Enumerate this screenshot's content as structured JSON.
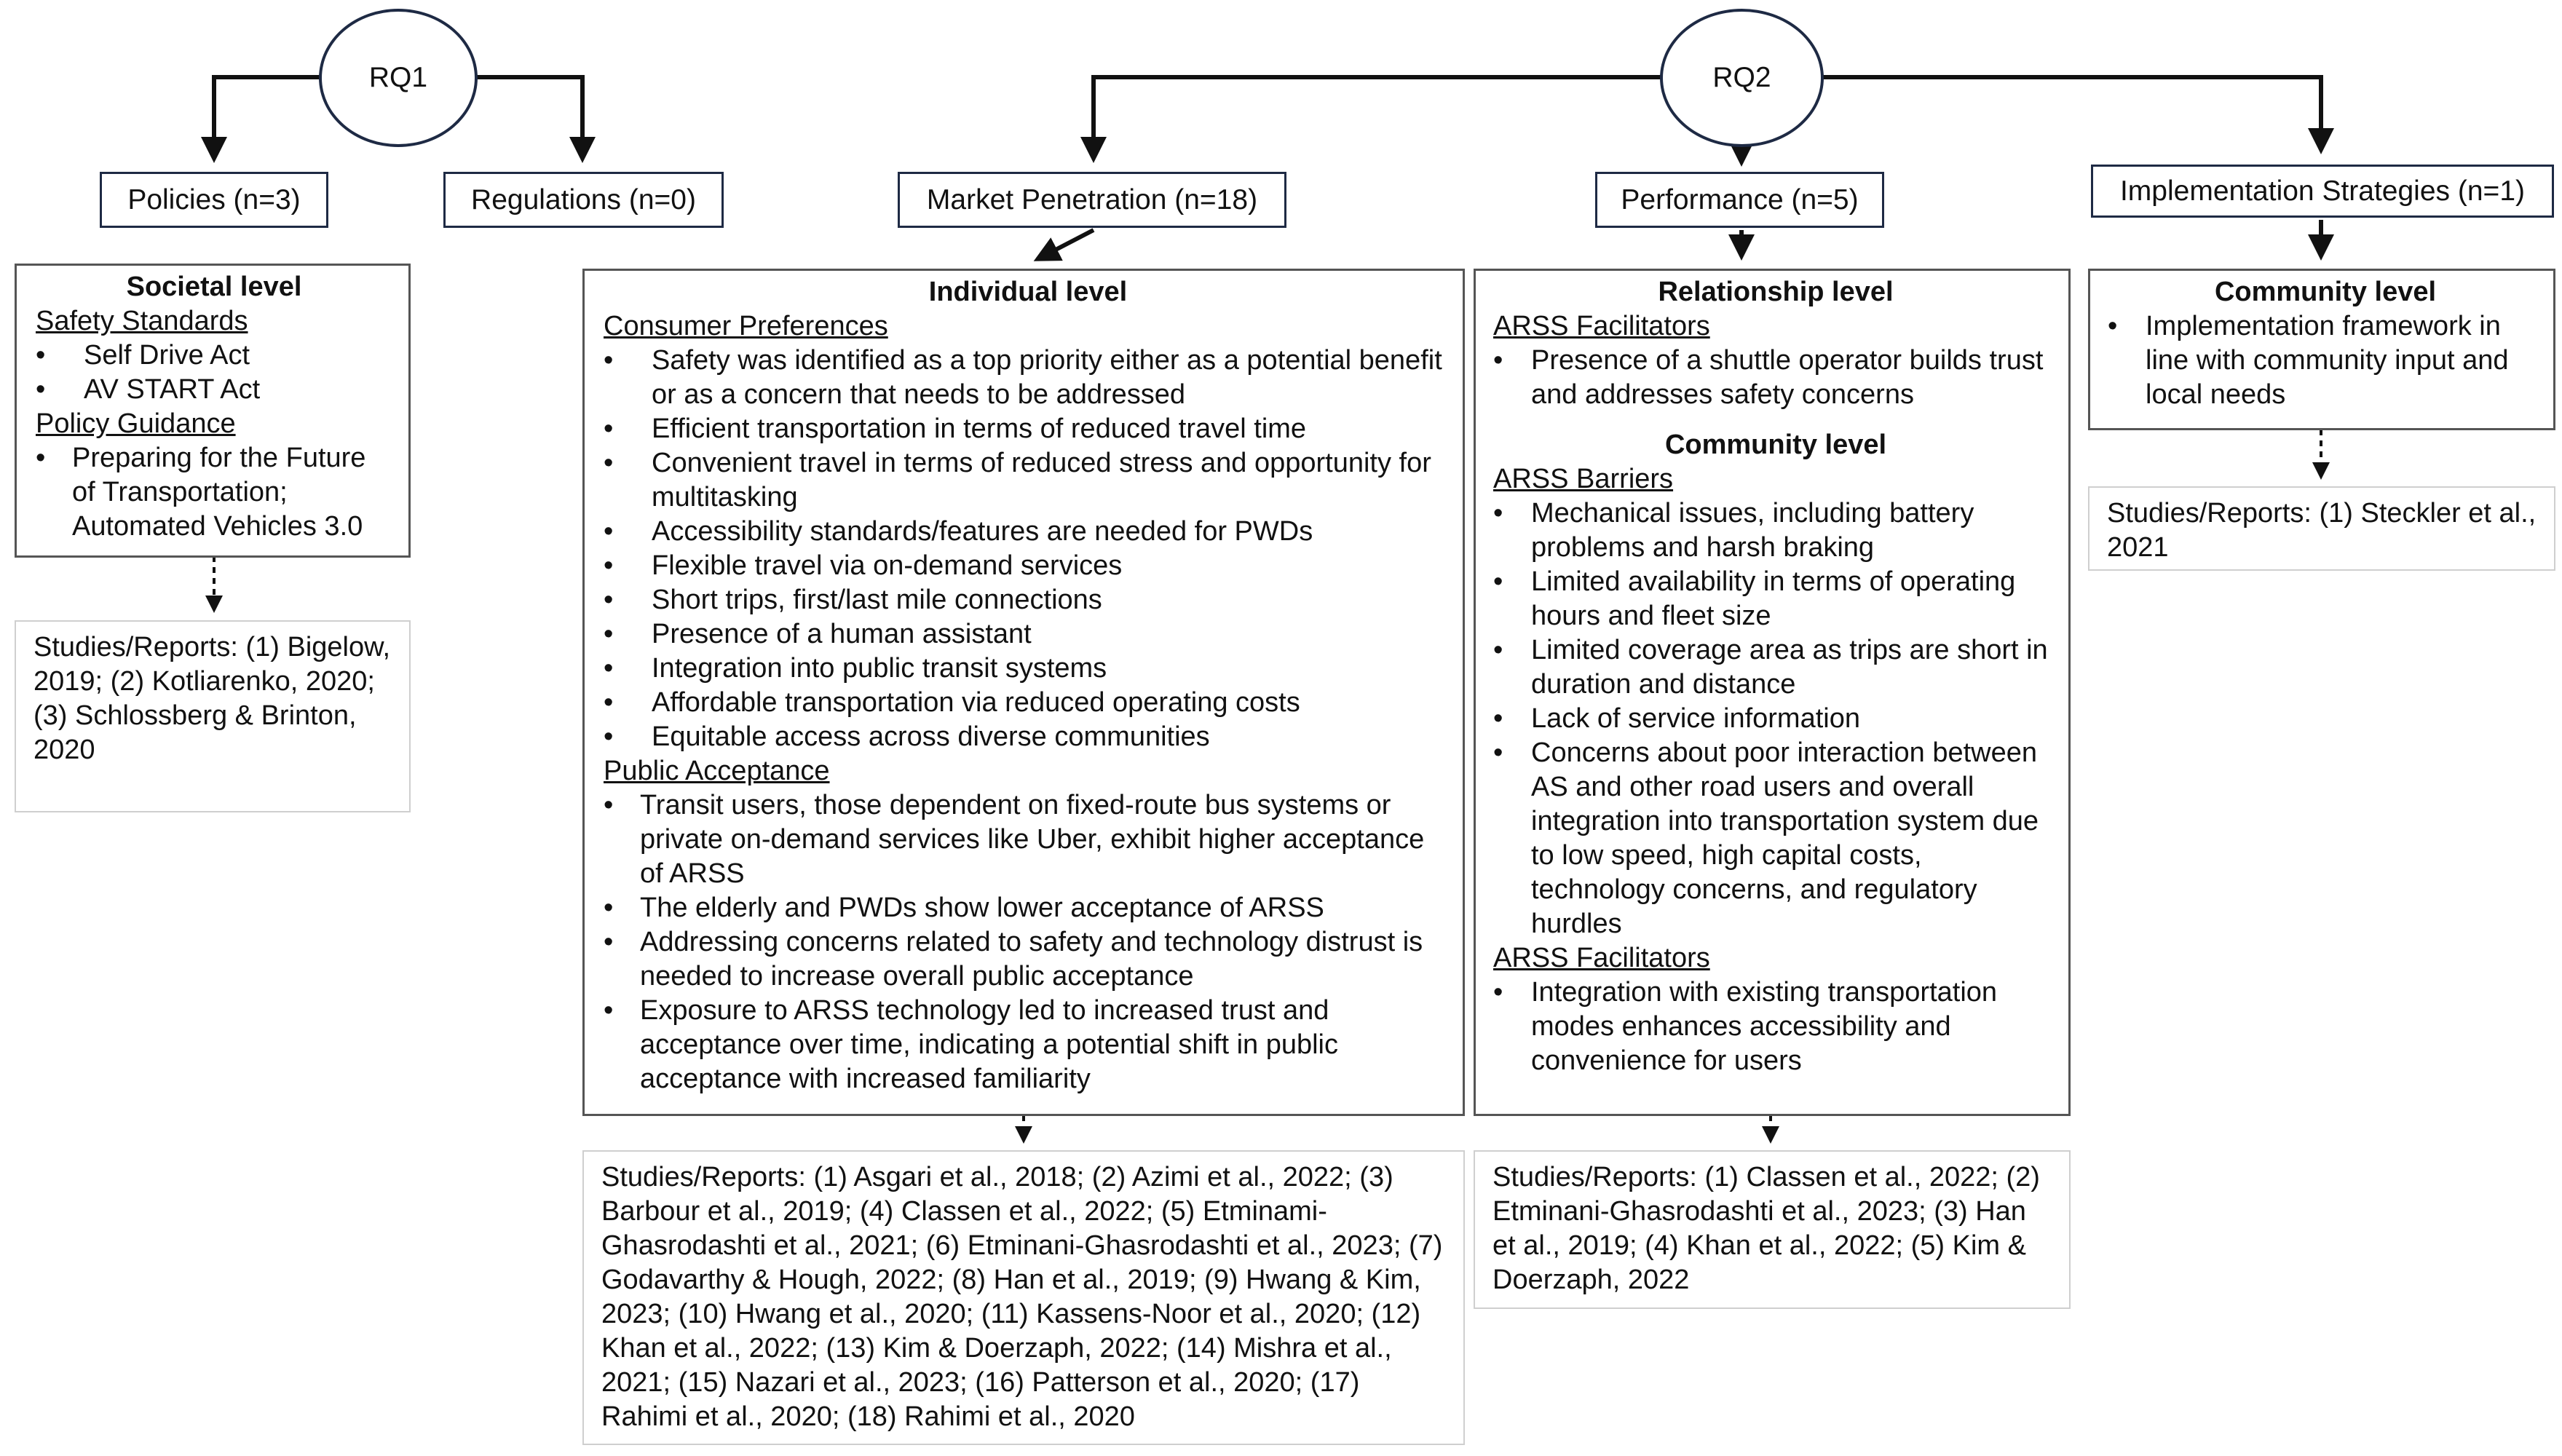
{
  "rq1": {
    "label": "RQ1"
  },
  "rq2": {
    "label": "RQ2"
  },
  "categories": {
    "policies": "Policies (n=3)",
    "regulations": "Regulations (n=0)",
    "market": "Market Penetration (n=18)",
    "performance": "Performance (n=5)",
    "implementation": "Implementation Strategies (n=1)"
  },
  "societal": {
    "level": "Societal level",
    "sections": [
      {
        "heading": "Safety Standards",
        "items": [
          "Self Drive Act",
          "AV START Act"
        ]
      },
      {
        "heading": "Policy Guidance",
        "items": [
          "Preparing for the Future of Transportation; Automated Vehicles 3.0"
        ]
      }
    ],
    "studies": "Studies/Reports: (1) Bigelow, 2019; (2) Kotliarenko, 2020; (3) Schlossberg & Brinton, 2020"
  },
  "individual": {
    "level": "Individual level",
    "sections": [
      {
        "heading": "Consumer Preferences",
        "items": [
          "Safety was identified as a top priority either as a potential benefit or as a concern that needs to be addressed",
          "Efficient transportation in terms of reduced travel time",
          "Convenient travel in terms of reduced stress and opportunity for multitasking",
          "Accessibility standards/features are needed for PWDs",
          "Flexible travel via on-demand services",
          "Short trips, first/last mile connections",
          "Presence of a human assistant",
          "Integration into public transit systems",
          "Affordable transportation via reduced operating costs",
          "Equitable access across diverse communities"
        ]
      },
      {
        "heading": "Public Acceptance",
        "items": [
          "Transit users, those dependent on fixed-route bus systems or private on-demand services like Uber, exhibit higher acceptance of ARSS",
          "The elderly and PWDs show lower acceptance of ARSS",
          "Addressing concerns related to safety and technology distrust is needed to increase overall public acceptance",
          "Exposure to ARSS technology led to increased trust and acceptance over time, indicating a potential shift in public acceptance with increased familiarity"
        ]
      }
    ],
    "studies": "Studies/Reports: (1) Asgari et al., 2018; (2) Azimi et al., 2022; (3) Barbour et al., 2019; (4) Classen et al., 2022; (5) Etminami-Ghasrodashti et al., 2021; (6) Etminani-Ghasrodashti et al., 2023; (7) Godavarthy & Hough, 2022; (8) Han et al., 2019; (9) Hwang & Kim, 2023; (10) Hwang et al., 2020; (11) Kassens-Noor et al., 2020; (12) Khan et al., 2022; (13) Kim & Doerzaph, 2022; (14) Mishra et al., 2021; (15) Nazari et al., 2023; (16) Patterson et al., 2020; (17) Rahimi et al., 2020; (18) Rahimi et al., 2020"
  },
  "relationship": {
    "level": "Relationship level",
    "sections": [
      {
        "heading": "ARSS Facilitators",
        "items": [
          "Presence of a shuttle operator builds trust and addresses safety concerns"
        ]
      }
    ],
    "level2": "Community level",
    "sections2": [
      {
        "heading": "ARSS Barriers",
        "items": [
          "Mechanical issues, including battery problems and harsh braking",
          "Limited availability in terms of operating hours and fleet size",
          "Limited coverage area as trips are short in duration and distance",
          "Lack of service information",
          "Concerns about poor interaction between AS and other road users and overall integration into transportation system due to low speed, high capital costs, technology concerns, and regulatory hurdles"
        ]
      },
      {
        "heading": "ARSS Facilitators",
        "items": [
          "Integration with existing transportation modes enhances accessibility and convenience for users"
        ]
      }
    ],
    "studies": "Studies/Reports: (1) Classen et al., 2022; (2) Etminani-Ghasrodashti et al., 2023; (3) Han et al., 2019; (4) Khan et al., 2022; (5) Kim & Doerzaph, 2022"
  },
  "community": {
    "level": "Community level",
    "items": [
      "Implementation framework in line with community input and local needs"
    ],
    "studies": "Studies/Reports: (1) Steckler et al., 2021"
  }
}
